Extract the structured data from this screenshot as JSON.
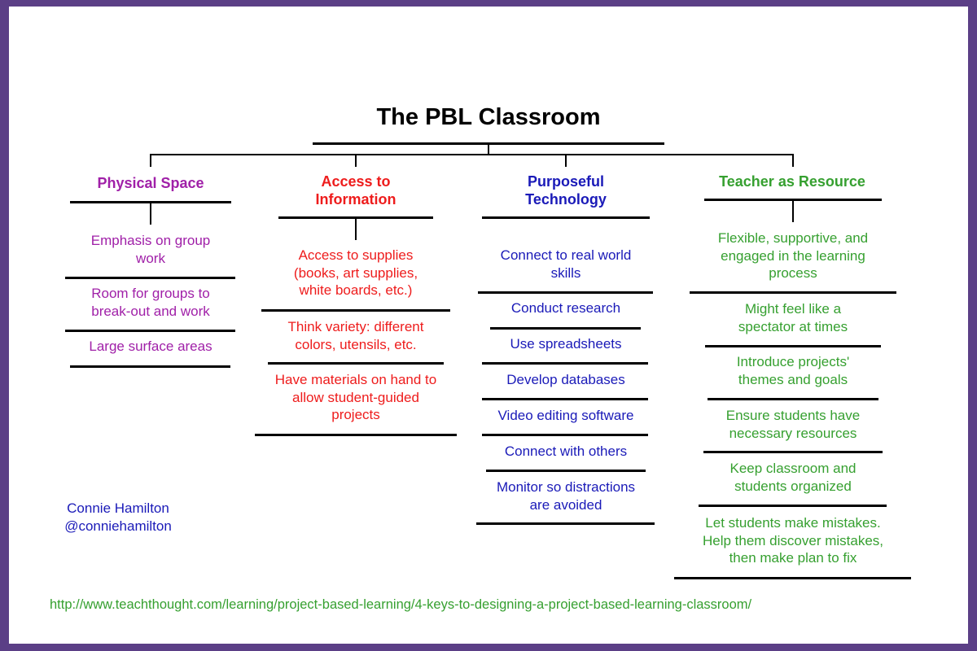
{
  "title": "The PBL Classroom",
  "colors": {
    "border": "#5b3f86",
    "physical": "#a020a8",
    "access": "#ee1c1c",
    "technology": "#1a1ab8",
    "teacher": "#36a030"
  },
  "columns": [
    {
      "heading": [
        "Physical Space"
      ],
      "items": [
        [
          "Emphasis on group",
          "work"
        ],
        [
          "Room for groups to",
          "break-out and work"
        ],
        [
          "Large surface areas"
        ]
      ]
    },
    {
      "heading": [
        "Access to",
        "Information"
      ],
      "items": [
        [
          "Access to supplies",
          "(books, art supplies,",
          "white boards, etc.)"
        ],
        [
          "Think variety: different",
          "colors, utensils, etc."
        ],
        [
          "Have materials on hand to",
          "allow student-guided",
          "projects"
        ]
      ]
    },
    {
      "heading": [
        "Purposeful",
        "Technology"
      ],
      "items": [
        [
          "Connect to real world",
          "skills"
        ],
        [
          "Conduct research"
        ],
        [
          "Use spreadsheets"
        ],
        [
          "Develop databases"
        ],
        [
          "Video editing software"
        ],
        [
          "Connect with others"
        ],
        [
          "Monitor so distractions",
          "are avoided"
        ]
      ]
    },
    {
      "heading": [
        "Teacher as Resource"
      ],
      "items": [
        [
          "Flexible, supportive, and",
          "engaged in the learning",
          "process"
        ],
        [
          "Might feel like a",
          "spectator at times"
        ],
        [
          "Introduce projects'",
          "themes and goals"
        ],
        [
          "Ensure students have",
          "necessary resources"
        ],
        [
          "Keep classroom and",
          "students organized"
        ],
        [
          "Let students make mistakes.",
          "Help them discover mistakes,",
          "then make plan to fix"
        ]
      ]
    }
  ],
  "credit": {
    "name": "Connie Hamilton",
    "handle": "@conniehamilton"
  },
  "url": "http://www.teachthought.com/learning/project-based-learning/4-keys-to-designing-a-project-based-learning-classroom/"
}
